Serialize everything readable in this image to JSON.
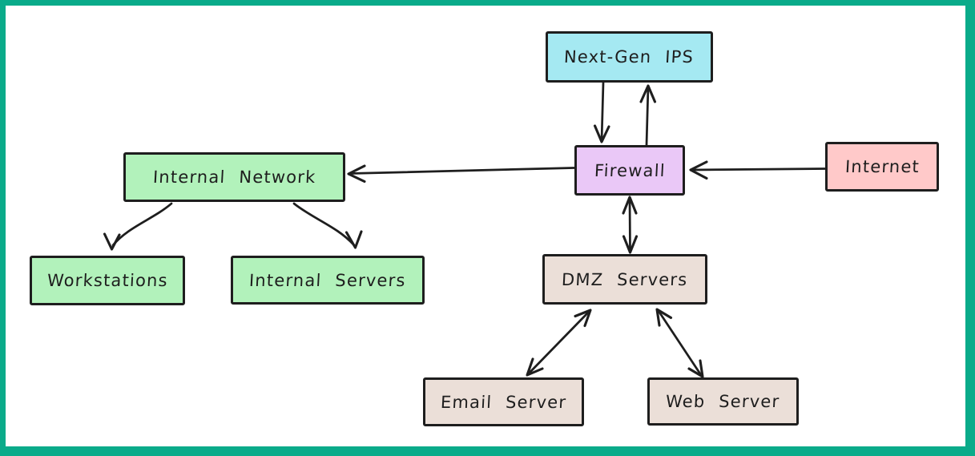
{
  "diagram": {
    "frame_color": "#0aab8a",
    "canvas_color": "#ffffff",
    "stroke_color": "#1e1e1e",
    "nodes": {
      "ips": {
        "label": "Next-Gen IPS",
        "fill": "#a5e9f2"
      },
      "firewall": {
        "label": "Firewall",
        "fill": "#eac8f7"
      },
      "internet": {
        "label": "Internet",
        "fill": "#ffc9c9"
      },
      "internal_network": {
        "label": "Internal Network",
        "fill": "#b2f2bb"
      },
      "workstations": {
        "label": "Workstations",
        "fill": "#b2f2bb"
      },
      "internal_servers": {
        "label": "Internal Servers",
        "fill": "#b2f2bb"
      },
      "dmz": {
        "label": "DMZ Servers",
        "fill": "#ebdfd8"
      },
      "email": {
        "label": "Email Server",
        "fill": "#ebdfd8"
      },
      "web": {
        "label": "Web Server",
        "fill": "#ebdfd8"
      }
    },
    "edges": [
      {
        "from": "Next-Gen IPS",
        "to": "Firewall",
        "direction": "one-way"
      },
      {
        "from": "Firewall",
        "to": "Next-Gen IPS",
        "direction": "one-way"
      },
      {
        "from": "Internet",
        "to": "Firewall",
        "direction": "one-way"
      },
      {
        "from": "Firewall",
        "to": "Internal Network",
        "direction": "one-way"
      },
      {
        "from": "Firewall",
        "to": "DMZ Servers",
        "direction": "two-way"
      },
      {
        "from": "Internal Network",
        "to": "Workstations",
        "direction": "one-way"
      },
      {
        "from": "Internal Network",
        "to": "Internal Servers",
        "direction": "one-way"
      },
      {
        "from": "DMZ Servers",
        "to": "Email Server",
        "direction": "two-way"
      },
      {
        "from": "DMZ Servers",
        "to": "Web Server",
        "direction": "two-way"
      }
    ]
  }
}
